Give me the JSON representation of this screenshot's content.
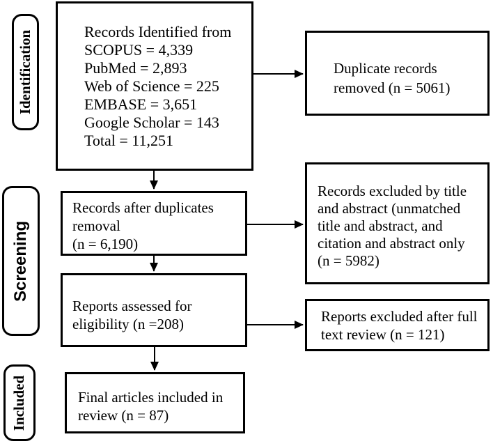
{
  "stages": {
    "identification": {
      "label": "Identification"
    },
    "screening": {
      "label": "Screening"
    },
    "included": {
      "label": "Included"
    }
  },
  "boxes": {
    "identified": {
      "lines": [
        "Records Identified from",
        "SCOPUS = 4,339",
        "PubMed = 2,893",
        "Web of Science = 225",
        "EMBASE = 3,651",
        "Google Scholar = 143",
        "Total = 11,251"
      ]
    },
    "duplicates_removed": {
      "lines": [
        "Duplicate records",
        "removed (n = 5061)"
      ]
    },
    "after_duplicates": {
      "lines": [
        "Records after duplicates",
        "removal",
        "(n = 6,190)"
      ]
    },
    "excluded_title_abstract": {
      "lines": [
        "Records excluded by title",
        "and abstract (unmatched",
        "title and abstract, and",
        "citation and abstract only",
        "(n = 5982)"
      ]
    },
    "assessed_eligibility": {
      "lines": [
        "Reports assessed for",
        "eligibility (n =208)"
      ]
    },
    "excluded_full_text": {
      "lines": [
        "Reports excluded after full",
        "text review (n = 121)"
      ]
    },
    "final_included": {
      "lines": [
        "Final articles included in",
        "review (n = 87)"
      ]
    }
  },
  "colors": {
    "ink": "#000000",
    "background": "#ffffff"
  }
}
